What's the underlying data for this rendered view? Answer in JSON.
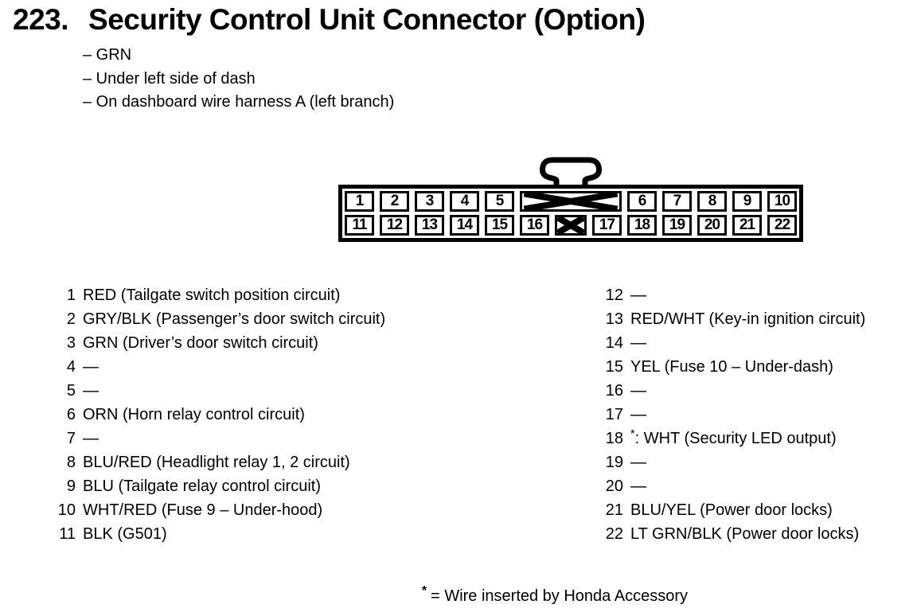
{
  "header": {
    "section_number": "223.",
    "title": "Security Control Unit Connector (Option)"
  },
  "notes": [
    "– GRN",
    "– Under left side of dash",
    "– On dashboard wire harness A (left branch)"
  ],
  "connector": {
    "top_row": {
      "left_pins": [
        "1",
        "2",
        "3",
        "4",
        "5"
      ],
      "right_pins": [
        "6",
        "7",
        "8",
        "9",
        "10"
      ]
    },
    "bottom_row": {
      "left_pins": [
        "11",
        "12",
        "13",
        "14",
        "15",
        "16"
      ],
      "right_pins": [
        "17",
        "18",
        "19",
        "20",
        "21",
        "22"
      ]
    }
  },
  "pins_left": [
    {
      "num": "1",
      "desc": "RED (Tailgate switch position circuit)"
    },
    {
      "num": "2",
      "desc": "GRY/BLK (Passenger’s door switch circuit)"
    },
    {
      "num": "3",
      "desc": "GRN (Driver’s door switch circuit)"
    },
    {
      "num": "4",
      "desc": "—"
    },
    {
      "num": "5",
      "desc": "—"
    },
    {
      "num": "6",
      "desc": "ORN (Horn relay control circuit)"
    },
    {
      "num": "7",
      "desc": "—"
    },
    {
      "num": "8",
      "desc": "BLU/RED (Headlight relay 1, 2 circuit)"
    },
    {
      "num": "9",
      "desc": "BLU (Tailgate relay control circuit)"
    },
    {
      "num": "10",
      "desc": "WHT/RED (Fuse 9 – Under-hood)"
    },
    {
      "num": "11",
      "desc": "BLK (G501)"
    }
  ],
  "pins_right": [
    {
      "num": "12",
      "desc": "—"
    },
    {
      "num": "13",
      "desc": "RED/WHT (Key-in ignition circuit)"
    },
    {
      "num": "14",
      "desc": "—"
    },
    {
      "num": "15",
      "desc": "YEL (Fuse 10 – Under-dash)"
    },
    {
      "num": "16",
      "desc": "—"
    },
    {
      "num": "17",
      "desc": "—"
    },
    {
      "num": "18",
      "sup": "*",
      "desc": ": WHT (Security LED output)"
    },
    {
      "num": "19",
      "desc": "—"
    },
    {
      "num": "20",
      "desc": "—"
    },
    {
      "num": "21",
      "desc": "BLU/YEL (Power door locks)"
    },
    {
      "num": "22",
      "desc": "LT GRN/BLK (Power door locks)"
    }
  ],
  "footnote": {
    "symbol": "*",
    "text": "= Wire inserted by Honda Accessory"
  },
  "colors": {
    "ink": "#000000",
    "paper": "#ffffff"
  }
}
